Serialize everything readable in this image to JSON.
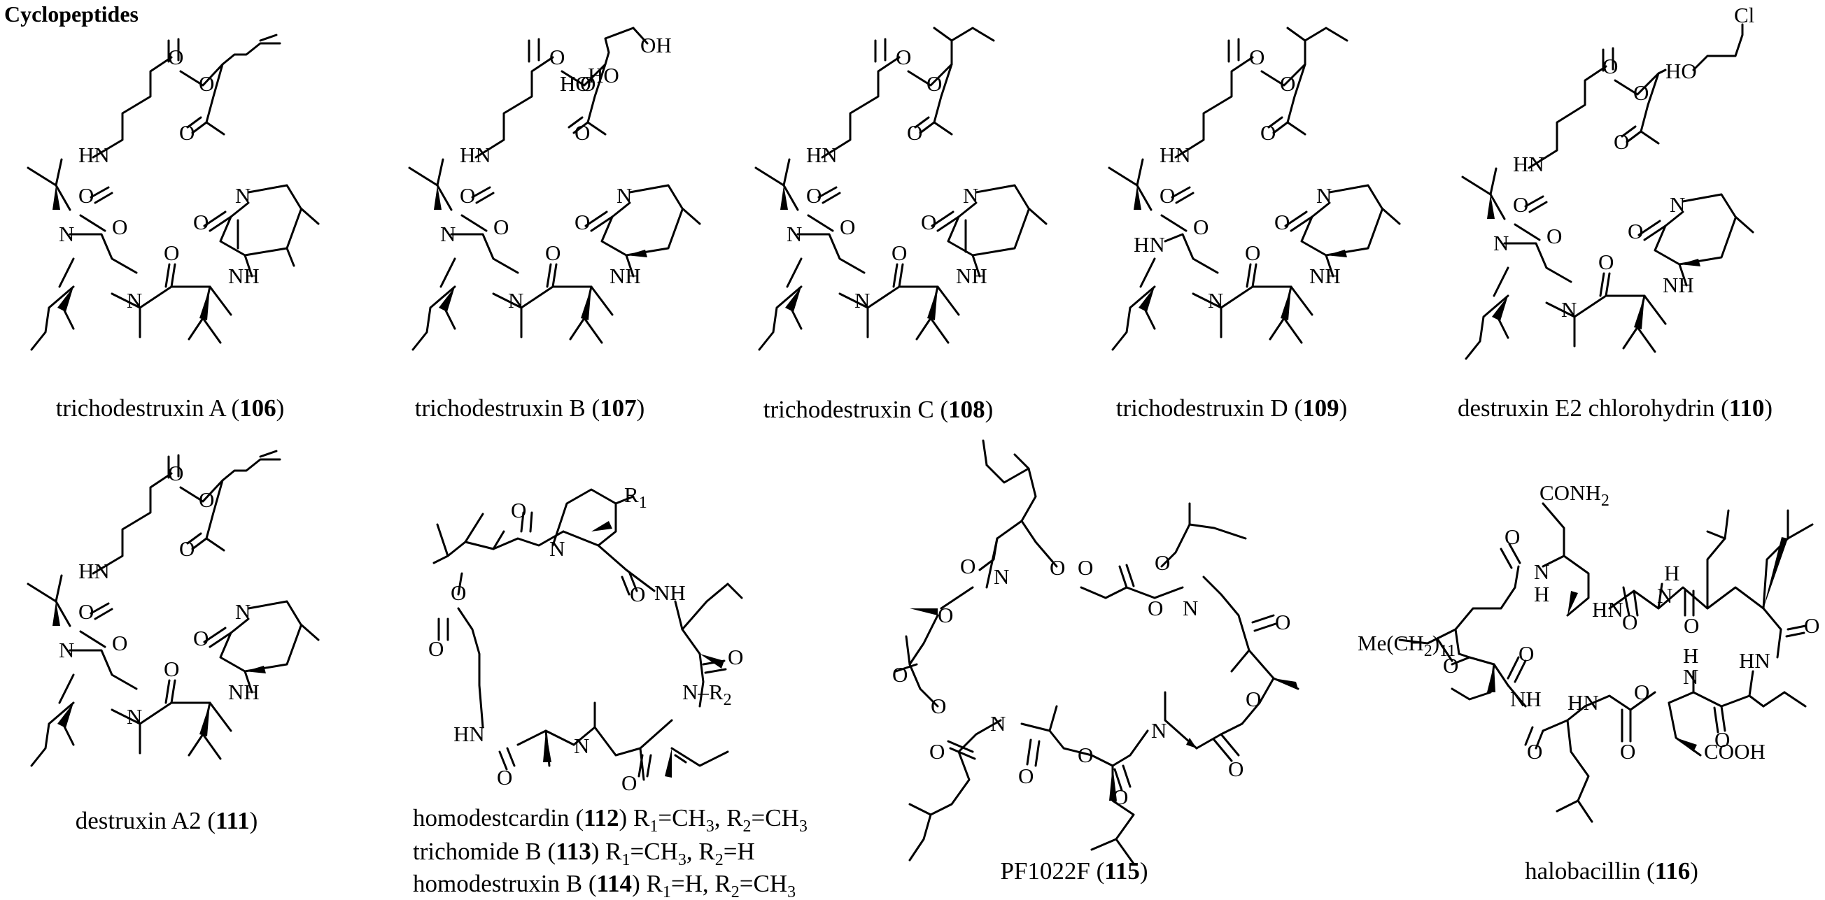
{
  "heading": "Cyclopeptides",
  "compounds": [
    {
      "name": "trichodestruxin A",
      "number": "106"
    },
    {
      "name": "trichodestruxin B",
      "number": "107"
    },
    {
      "name": "trichodestruxin C",
      "number": "108"
    },
    {
      "name": "trichodestruxin D",
      "number": "109"
    },
    {
      "name": "destruxin E2 chlorohydrin",
      "number": "110"
    },
    {
      "name": "destruxin A2",
      "number": "111"
    },
    {
      "name": "homodestcardin",
      "number": "112",
      "r1": "CH",
      "r1_sub": "3",
      "r2": "CH",
      "r2_sub": "3"
    },
    {
      "name": "trichomide B",
      "number": "113",
      "r1": "CH",
      "r1_sub": "3",
      "r2": "H",
      "r2_sub": ""
    },
    {
      "name": "homodestruxin B",
      "number": "114",
      "r1": "H",
      "r1_sub": "",
      "r2": "CH",
      "r2_sub": "3"
    },
    {
      "name": "PF1022F",
      "number": "115"
    },
    {
      "name": "halobacillin",
      "number": "116"
    }
  ],
  "labels": {
    "O": "O",
    "HN": "HN",
    "NH": "NH",
    "N": "N",
    "OH": "OH",
    "HO": "HO",
    "Cl": "Cl",
    "R": "R",
    "one": "1",
    "two": "2",
    "CONH": "CONH",
    "sub2": "2",
    "COOH": "COOH",
    "MeCH": "Me(CH",
    "sub11": "11",
    "H": "H",
    "open_paren": " (",
    "close_paren": ")",
    "eq": "=",
    "sep": ", "
  },
  "colors": {
    "ink": "#000000",
    "background": "#ffffff"
  }
}
